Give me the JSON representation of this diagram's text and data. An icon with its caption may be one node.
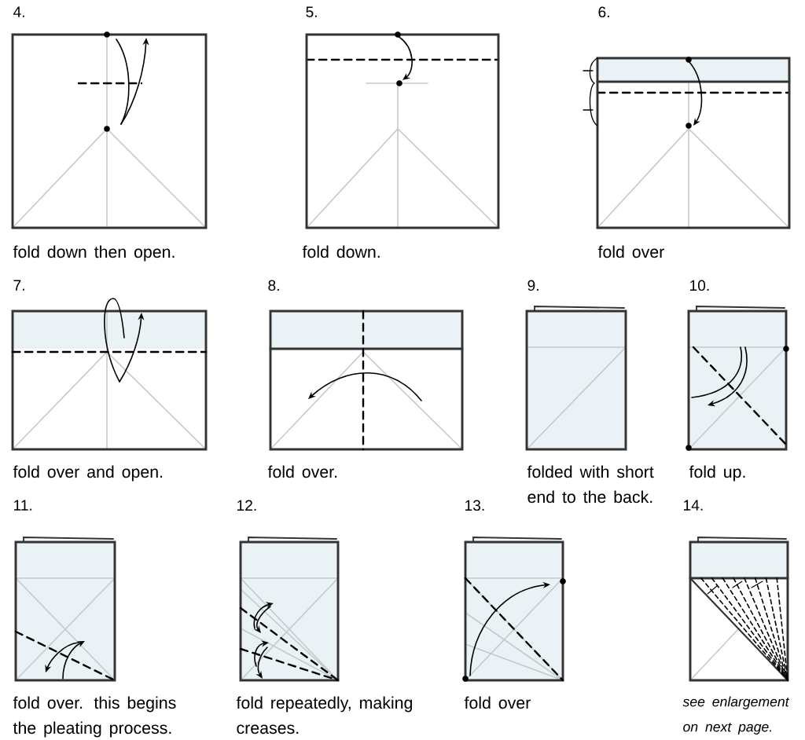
{
  "diagram": {
    "labels": [
      "4.",
      "5.",
      "6.",
      "fold down then open.",
      "fold down.",
      "fold over",
      "7.",
      "8.",
      "9.",
      "10.",
      "fold over and open.",
      "fold over.",
      "folded with short end to the back.",
      "fold up.",
      "11.",
      "12.",
      "13.",
      "14.",
      "fold over. this begins the pleating process.",
      "fold repeatedly, making creases.",
      "fold over",
      "see enlargement on next page."
    ]
  }
}
